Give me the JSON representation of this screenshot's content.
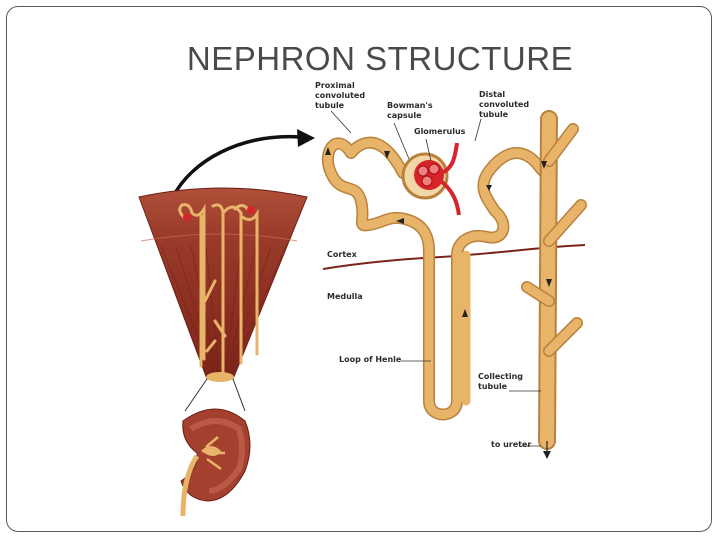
{
  "slide": {
    "title": "NEPHRON STRUCTURE"
  },
  "diagram": {
    "labels": {
      "proximal": [
        "Proximal",
        "convoluted",
        "tubule"
      ],
      "bowmans": [
        "Bowman's",
        "capsule"
      ],
      "glomerulus": "Glomerulus",
      "distal": [
        "Distal",
        "convoluted",
        "tubule"
      ],
      "cortex": "Cortex",
      "medulla": "Medulla",
      "loop": "Loop of Henle",
      "collecting": [
        "Collecting",
        "tubule"
      ],
      "ureter": "to ureter"
    },
    "colors": {
      "tubule": "#e8b46a",
      "tubule_dark": "#b9823c",
      "tissue_cortex": "#9a3b2a",
      "tissue_medulla": "#8a2a20",
      "blood": "#d6242a",
      "divider": "#7a2418",
      "frame": "#5a5a5a",
      "title": "#4a4a4a"
    },
    "icons": [
      "curved-arrow-icon",
      "flow-arrow-icon"
    ]
  }
}
